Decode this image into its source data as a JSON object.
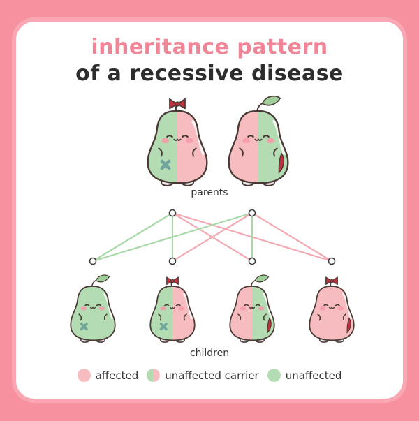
{
  "title": {
    "line1": "inheritance pattern",
    "line2": "of a recessive disease"
  },
  "labels": {
    "parents": "parents",
    "children": "children"
  },
  "legend": [
    {
      "label": "affected",
      "kind": "affected"
    },
    {
      "label": "unaffected carrier",
      "kind": "carrier"
    },
    {
      "label": "unaffected",
      "kind": "unaffected"
    }
  ],
  "colors": {
    "background": "#f7919f",
    "title_pink": "#f08597",
    "pink": "#f7bcc0",
    "green": "#b3dcb3",
    "line_pink": "#f3a9b2",
    "line_green": "#a9d8a9",
    "outline": "#4a3a36",
    "cheek": "#f59aa9",
    "bow": "#c0313d",
    "leaf": "#9fce9a"
  },
  "parents": [
    {
      "kind": "carrier",
      "accessory": "bow",
      "mark": "cross"
    },
    {
      "kind": "carrier_reversed",
      "accessory": "leaf",
      "mark": "tail"
    }
  ],
  "children": [
    {
      "kind": "unaffected",
      "accessory": "leaf",
      "mark": "cross"
    },
    {
      "kind": "carrier",
      "accessory": "bow",
      "mark": "cross"
    },
    {
      "kind": "carrier_reversed",
      "accessory": "leaf",
      "mark": "tail"
    },
    {
      "kind": "affected",
      "accessory": "bow",
      "mark": "tail"
    }
  ],
  "connections": [
    {
      "from": 0,
      "to": 0,
      "color": "green"
    },
    {
      "from": 0,
      "to": 1,
      "color": "green"
    },
    {
      "from": 0,
      "to": 2,
      "color": "pink"
    },
    {
      "from": 0,
      "to": 3,
      "color": "pink"
    },
    {
      "from": 1,
      "to": 0,
      "color": "green"
    },
    {
      "from": 1,
      "to": 1,
      "color": "pink"
    },
    {
      "from": 1,
      "to": 2,
      "color": "green"
    },
    {
      "from": 1,
      "to": 3,
      "color": "pink"
    }
  ]
}
